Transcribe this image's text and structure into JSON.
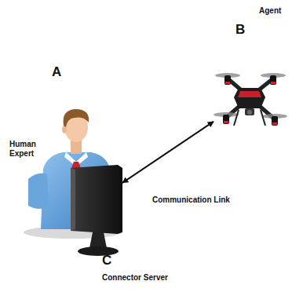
{
  "diagram": {
    "nodes": [
      {
        "text": [
          "A",
          "Human Expert"
        ]
      },
      {
        "text": [
          "B",
          "Agent"
        ]
      },
      {
        "text": [
          "C",
          "Connector Server"
        ]
      }
    ],
    "edges": [
      {
        "from": 2,
        "to": 1,
        "arrow": "both",
        "label": "Communication Link"
      }
    ]
  }
}
